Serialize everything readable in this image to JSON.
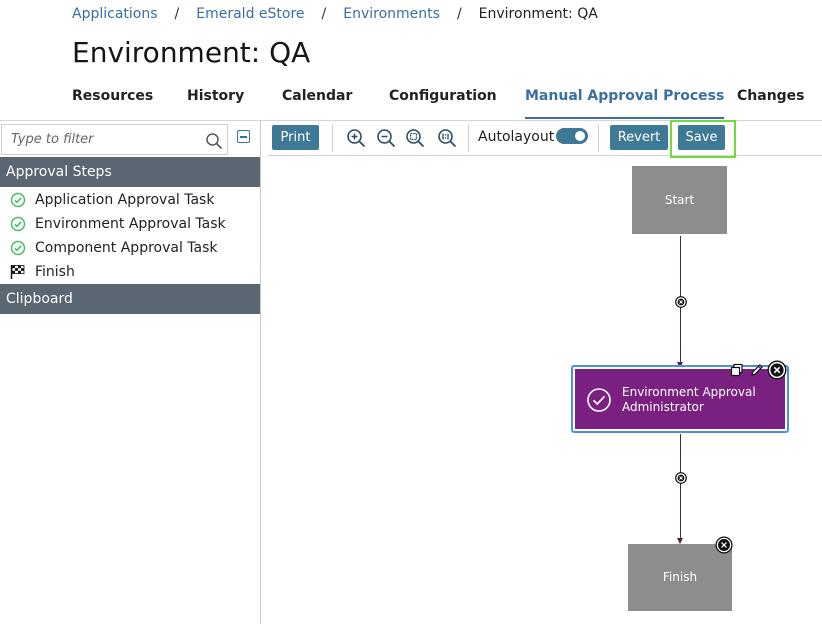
{
  "breadcrumb": {
    "items": [
      "Applications",
      "Emerald eStore",
      "Environments"
    ],
    "current": "Environment: QA",
    "separator": "/"
  },
  "page": {
    "title": "Environment: QA"
  },
  "tabs": [
    {
      "label": "Resources"
    },
    {
      "label": "History"
    },
    {
      "label": "Calendar"
    },
    {
      "label": "Configuration"
    },
    {
      "label": "Manual Approval Process",
      "active": true
    },
    {
      "label": "Changes"
    }
  ],
  "left_panel": {
    "filter_placeholder": "Type to filter",
    "approval_steps_header": "Approval Steps",
    "steps": [
      {
        "label": "Application Approval Task",
        "icon": "check-circle-icon"
      },
      {
        "label": "Environment Approval Task",
        "icon": "check-circle-icon"
      },
      {
        "label": "Component Approval Task",
        "icon": "check-circle-icon"
      },
      {
        "label": "Finish",
        "icon": "checkered-flag-icon"
      }
    ],
    "clipboard_header": "Clipboard"
  },
  "toolbar": {
    "print_label": "Print",
    "autolayout_label": "Autolayout",
    "autolayout_on": true,
    "revert_label": "Revert",
    "save_label": "Save"
  },
  "canvas": {
    "start_label": "Start",
    "approval_node_label": "Environment Approval Administrator",
    "finish_label": "Finish"
  },
  "colors": {
    "accent": "#3a6ea5",
    "button": "#3e7a96",
    "section_header": "#5a6671",
    "approval_node": "#7a2080",
    "gray_node": "#8d8d8d",
    "selection": "#4a8fe8",
    "highlight": "#6fdc3a",
    "check_green": "#42be65"
  }
}
